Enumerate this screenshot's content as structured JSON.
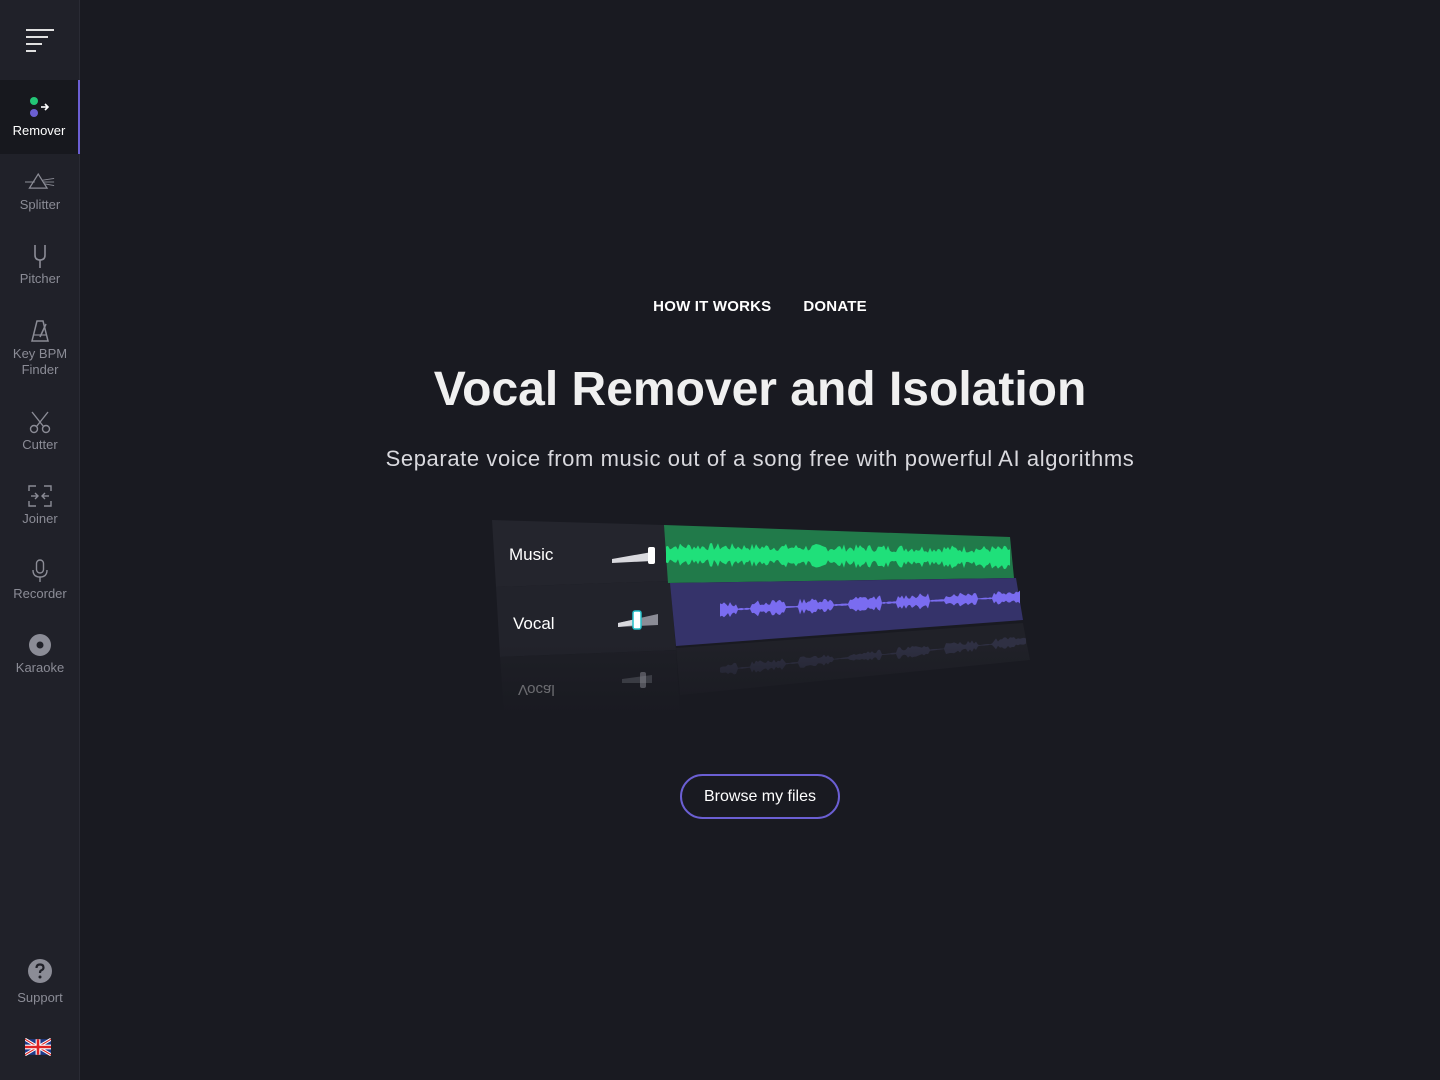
{
  "sidebar": {
    "menu_icon": "hamburger-menu-icon",
    "items": [
      {
        "label": "Remover",
        "icon": "remover-icon",
        "active": true
      },
      {
        "label": "Splitter",
        "icon": "prism-icon"
      },
      {
        "label": "Pitcher",
        "icon": "tuning-fork-icon"
      },
      {
        "label": "Key BPM Finder",
        "icon": "metronome-icon"
      },
      {
        "label": "Cutter",
        "icon": "scissors-icon"
      },
      {
        "label": "Joiner",
        "icon": "join-icon"
      },
      {
        "label": "Recorder",
        "icon": "microphone-icon"
      },
      {
        "label": "Karaoke",
        "icon": "disc-icon"
      }
    ],
    "support": {
      "label": "Support",
      "icon": "question-icon"
    },
    "language": {
      "icon": "uk-flag-icon"
    }
  },
  "nav": {
    "how_it_works": "HOW IT WORKS",
    "donate": "DONATE"
  },
  "hero": {
    "title": "Vocal Remover and Isolation",
    "subtitle": "Separate voice from music out of a song free with powerful AI algorithms"
  },
  "illustration": {
    "tracks": [
      {
        "label": "Music",
        "color": "#1fe07a"
      },
      {
        "label": "Vocal",
        "color": "#7a6cf0"
      }
    ],
    "reflection_label": "Vocal"
  },
  "actions": {
    "browse": "Browse my files"
  },
  "colors": {
    "accent": "#6b5fd3",
    "background": "#191a21",
    "sidebar": "#202129"
  }
}
